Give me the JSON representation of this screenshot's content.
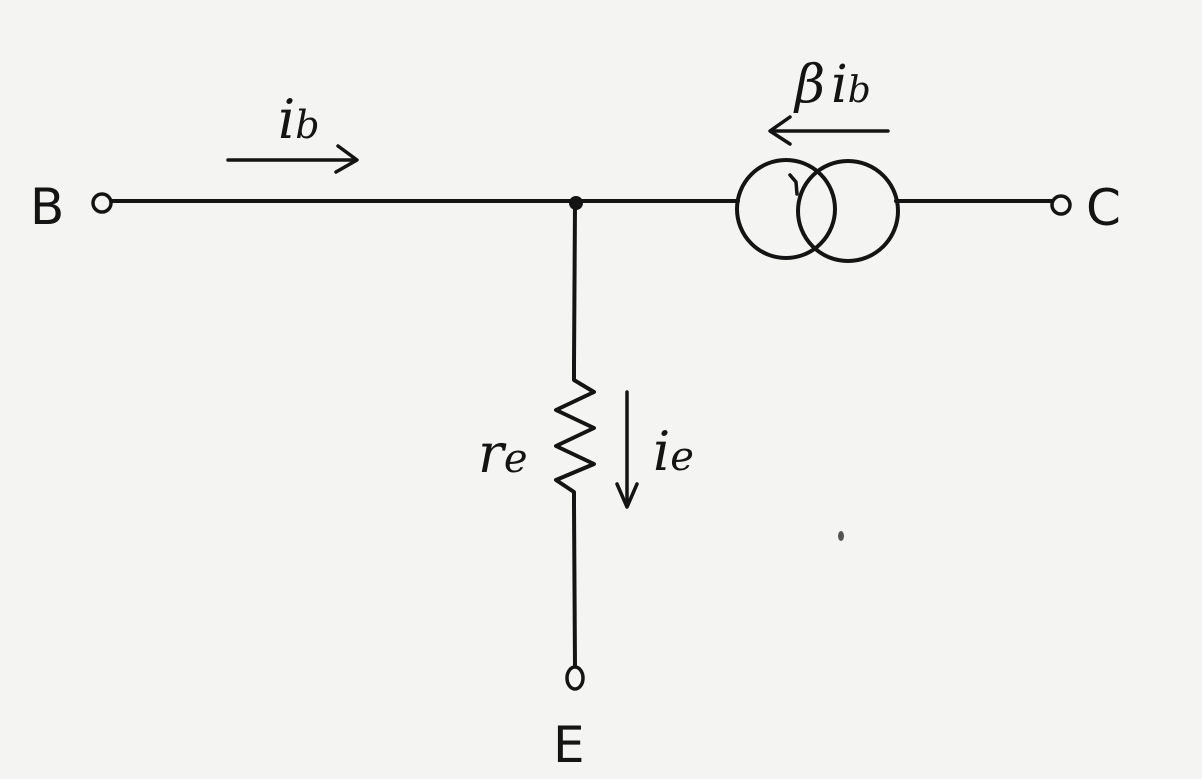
{
  "terminals": {
    "base": "B",
    "collector": "C",
    "emitter": "E"
  },
  "currents": {
    "base_current": "ib",
    "base_current_sub": "b",
    "base_current_main": "i",
    "dependent_source": "βib",
    "dependent_source_coef": "β",
    "dependent_source_main": "i",
    "dependent_source_sub": "b",
    "emitter_current_main": "i",
    "emitter_current_sub": "e"
  },
  "resistor": {
    "main": "r",
    "sub": "e"
  }
}
